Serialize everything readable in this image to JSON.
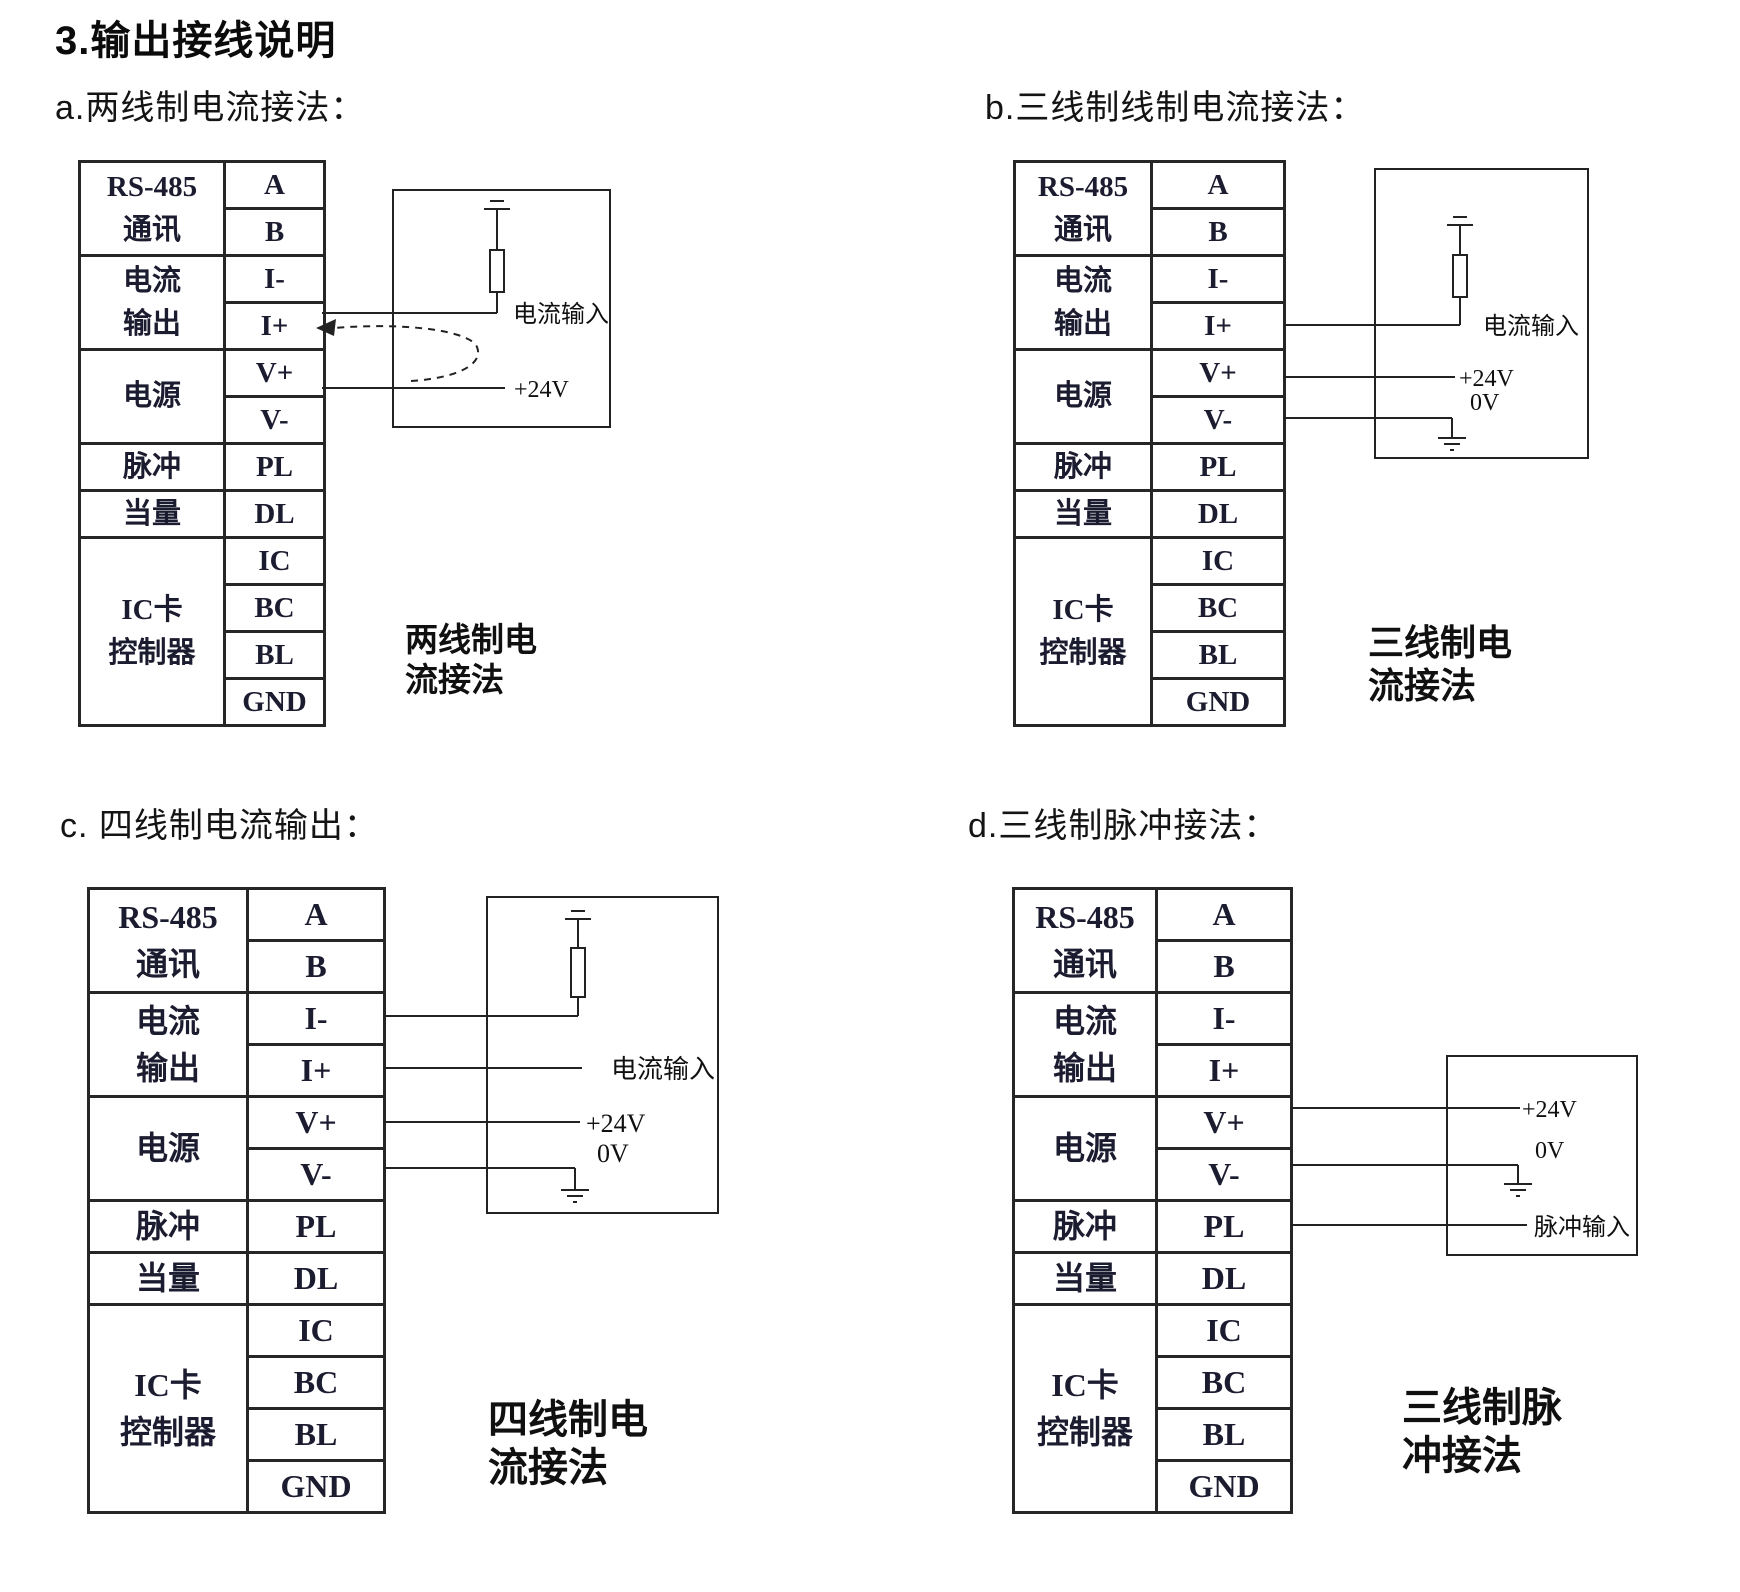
{
  "page": {
    "title": "3.输出接线说明"
  },
  "colors": {
    "line": "#222222",
    "table_border": "#262626",
    "table_text": "#1c1c30",
    "text": "#101010"
  },
  "table": {
    "groups": [
      {
        "label": "RS-485\n通讯",
        "span": 2
      },
      {
        "label": "电流\n输出",
        "span": 2
      },
      {
        "label": "电源",
        "span": 2
      },
      {
        "label": "脉冲",
        "span": 1
      },
      {
        "label": "当量",
        "span": 1
      },
      {
        "label": "IC卡\n控制器",
        "span": 4
      }
    ],
    "terminals": [
      "A",
      "B",
      "I-",
      "I+",
      "V+",
      "V-",
      "PL",
      "DL",
      "IC",
      "BC",
      "BL",
      "GND"
    ]
  },
  "sections": {
    "a": {
      "header": "a.两线制电流接法：",
      "caption": "两线制电\n流接法"
    },
    "b": {
      "header": "b.三线制线制电流接法：",
      "caption": "三线制电\n流接法"
    },
    "c": {
      "header": "c. 四线制电流输出：",
      "caption": "四线制电\n流接法"
    },
    "d": {
      "header": "d.三线制脉冲接法：",
      "caption": "三线制脉\n冲接法"
    }
  },
  "wiring_labels": {
    "current_input": "电流输入",
    "pulse_input": "脉冲输入",
    "plus_24v": "+24V",
    "zero_v": "0V"
  }
}
